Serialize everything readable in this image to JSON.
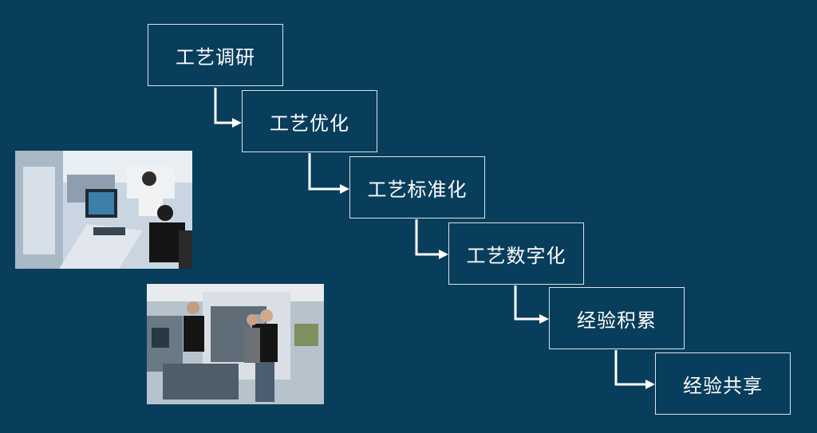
{
  "steps": [
    {
      "label": "工艺调研"
    },
    {
      "label": "工艺优化"
    },
    {
      "label": "工艺标准化"
    },
    {
      "label": "工艺数字化"
    },
    {
      "label": "经验积累"
    },
    {
      "label": "经验共享"
    }
  ],
  "colors": {
    "background": "#083e5b",
    "box_border": "#d9e3ea",
    "text": "#ffffff",
    "arrow": "#ffffff"
  },
  "images": [
    {
      "name": "lab-workstation-photo"
    },
    {
      "name": "machine-operators-photo"
    }
  ]
}
